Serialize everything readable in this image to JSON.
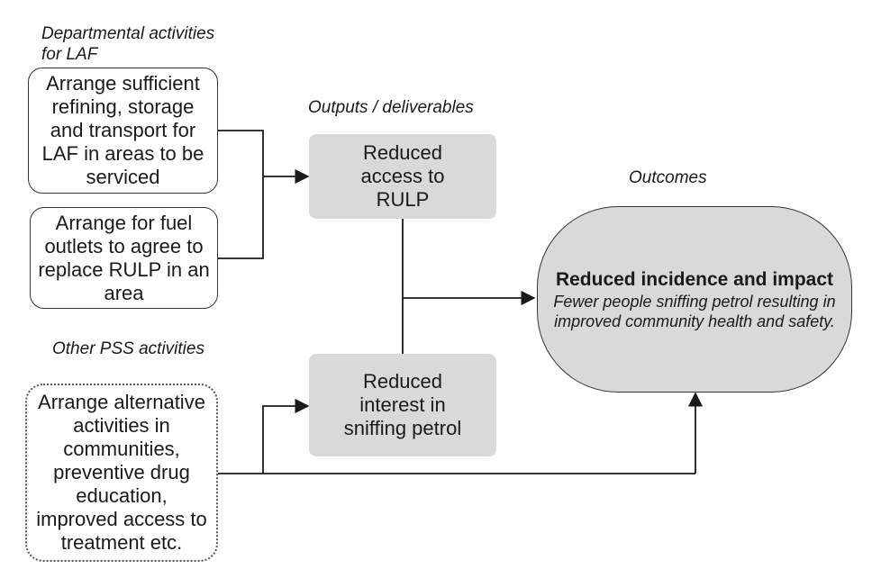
{
  "labels": {
    "departmental": "Departmental activities for LAF",
    "outputs": "Outputs / deliverables",
    "outcomes": "Outcomes",
    "other_pss": "Other PSS activities"
  },
  "activities": {
    "refining": "Arrange sufficient refining, storage and transport for LAF in areas to be serviced",
    "fuel_outlets": "Arrange for fuel outlets to agree to replace RULP in an area",
    "alternative": "Arrange alternative activities in communities, preventive drug education, improved access to treatment etc."
  },
  "outputs": {
    "access": "Reduced access to RULP",
    "interest": "Reduced interest in sniffing petrol"
  },
  "outcome": {
    "title": "Reduced incidence and impact",
    "subtitle": "Fewer people sniffing petrol resulting in improved community health and safety."
  }
}
